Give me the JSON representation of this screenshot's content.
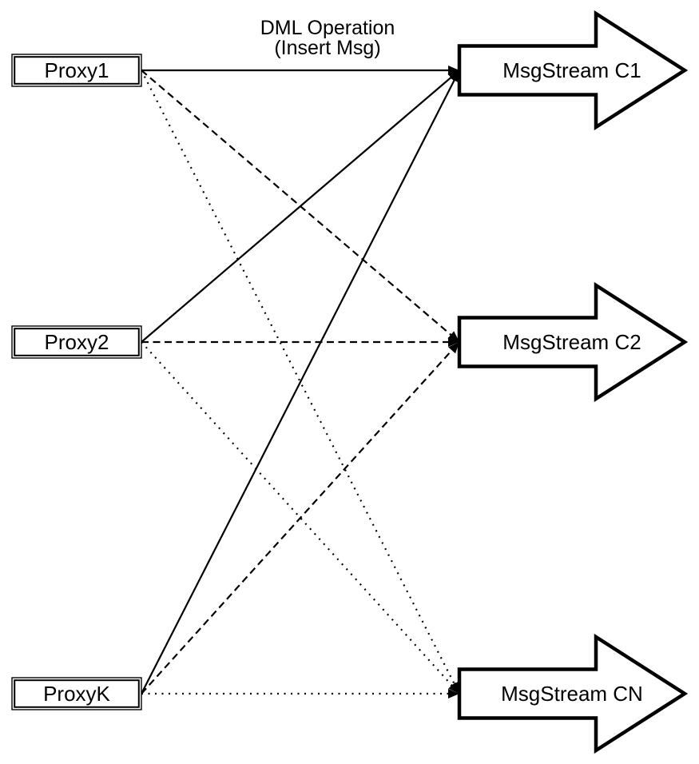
{
  "diagram": {
    "annotation": {
      "line1": "DML Operation",
      "line2": "(Insert Msg)"
    },
    "proxies": [
      {
        "id": "proxy1",
        "label": "Proxy1"
      },
      {
        "id": "proxy2",
        "label": "Proxy2"
      },
      {
        "id": "proxyk",
        "label": "ProxyK"
      }
    ],
    "streams": [
      {
        "id": "c1",
        "label": "MsgStream C1"
      },
      {
        "id": "c2",
        "label": "MsgStream C2"
      },
      {
        "id": "cn",
        "label": "MsgStream CN"
      }
    ],
    "edges": [
      {
        "from": "Proxy1",
        "to": "MsgStream C1",
        "style": "solid"
      },
      {
        "from": "Proxy2",
        "to": "MsgStream C1",
        "style": "solid"
      },
      {
        "from": "ProxyK",
        "to": "MsgStream C1",
        "style": "solid"
      },
      {
        "from": "Proxy1",
        "to": "MsgStream C2",
        "style": "dashed"
      },
      {
        "from": "Proxy2",
        "to": "MsgStream C2",
        "style": "dashed"
      },
      {
        "from": "ProxyK",
        "to": "MsgStream C2",
        "style": "dashed"
      },
      {
        "from": "Proxy1",
        "to": "MsgStream CN",
        "style": "dotted"
      },
      {
        "from": "Proxy2",
        "to": "MsgStream CN",
        "style": "dotted"
      },
      {
        "from": "ProxyK",
        "to": "MsgStream CN",
        "style": "dotted"
      }
    ],
    "colors": {
      "background": "#ffffff",
      "line": "#000000",
      "shape_fill": "#ffffff",
      "shape_stroke": "#000000",
      "text": "#000000"
    }
  }
}
